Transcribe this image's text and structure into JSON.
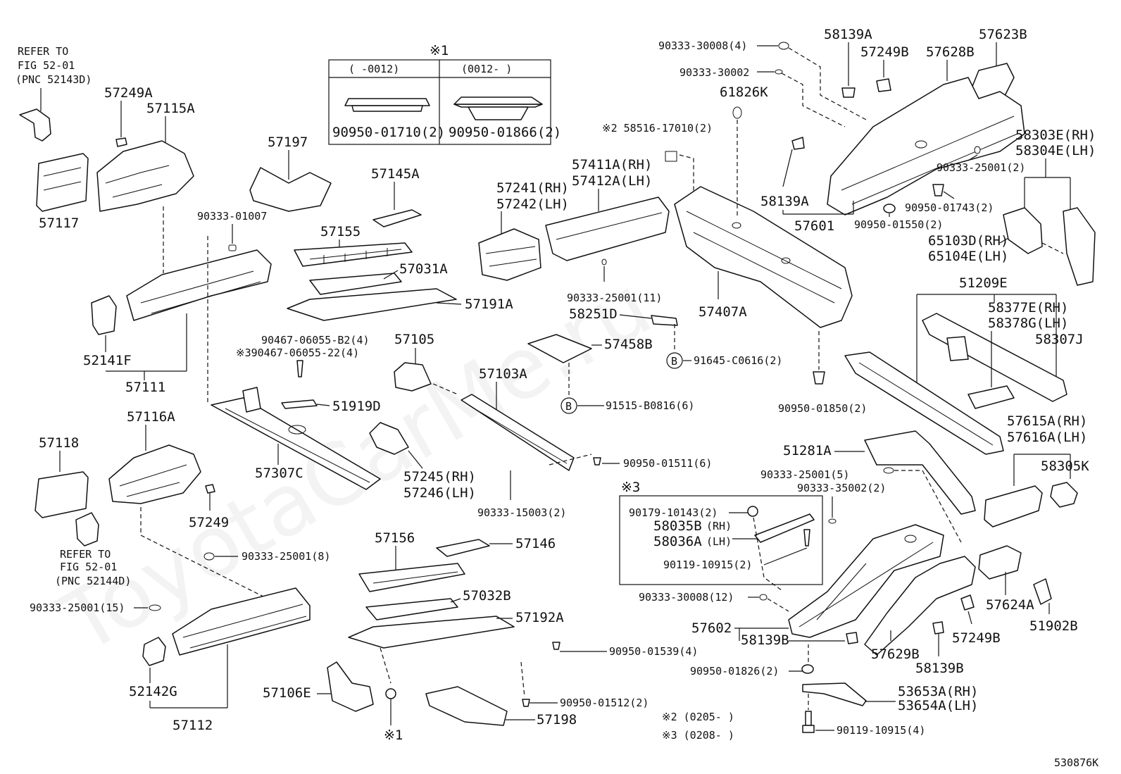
{
  "watermark": "ToyotaCarMe.ru",
  "diagram_code": "530876K",
  "notes": {
    "inset1_mark": "※1",
    "inset1_col1_header": "(    -0012)",
    "inset1_col2_header": "(0012-     )",
    "inset3_mark": "※3",
    "legend2": "※2 (0205-     )",
    "legend3": "※3 (0208-     )",
    "mark1_bottom": "※1"
  },
  "refs": {
    "r1a": "REFER TO",
    "r1b": "FIG 52-01",
    "r1c": "(PNC 52143D)",
    "r2a": "REFER TO",
    "r2b": "FIG 52-01",
    "r2c": "(PNC 52144D)"
  },
  "labels": {
    "p57249A": "57249A",
    "p57115A": "57115A",
    "p57117": "57117",
    "p57197": "57197",
    "p57145A": "57145A",
    "p57155": "57155",
    "p90333_01007": "90333-01007",
    "p57031A": "57031A",
    "p57191A": "57191A",
    "p52141F": "52141F",
    "p57111": "57111",
    "p90467_b2": "90467-06055-B2(4)",
    "p90467_22": "※390467-06055-22(4)",
    "p51919D": "51919D",
    "p57105": "57105",
    "p57103A": "57103A",
    "p57307C": "57307C",
    "p57245": "57245(RH)",
    "p57246": "57246(LH)",
    "p90333_15003": "90333-15003(2)",
    "p90950_01511": "90950-01511(6)",
    "p57116A": "57116A",
    "p57118": "57118",
    "p57249": "57249",
    "p90333_25001_8": "90333-25001(8)",
    "p90333_25001_15": "90333-25001(15)",
    "p52142G": "52142G",
    "p57112": "57112",
    "p57156": "57156",
    "p57146": "57146",
    "p57032B": "57032B",
    "p57192A": "57192A",
    "p90950_01539": "90950-01539(4)",
    "p57106E": "57106E",
    "p90950_01512": "90950-01512(2)",
    "p57198": "57198",
    "p57241": "57241(RH)",
    "p57242": "57242(LH)",
    "p57411A": "57411A(RH)",
    "p57412A": "57412A(LH)",
    "p58516": "※2 58516-17010(2)",
    "p90333_25001_11": "90333-25001(11)",
    "p58251D": "58251D",
    "p57458B": "57458B",
    "p91515": "91515-B0816(6)",
    "p91645": "91645-C0616(2)",
    "p57407A": "57407A",
    "p90950_01850": "90950-01850(2)",
    "p90333_30008_4": "90333-30008(4)",
    "p90333_30002": "90333-30002",
    "p61826K": "61826K",
    "p58139A_t": "58139A",
    "p57249B_t": "57249B",
    "p57628B": "57628B",
    "p57623B": "57623B",
    "p58139A_m": "58139A",
    "p57601": "57601",
    "p58303E": "58303E(RH)",
    "p58304E": "58304E(LH)",
    "p90333_25001_2": "90333-25001(2)",
    "p90950_01743": "90950-01743(2)",
    "p90950_01550": "90950-01550(2)",
    "p65103D": "65103D(RH)",
    "p65104E": "65104E(LH)",
    "p51209E": "51209E",
    "p58377E": "58377E(RH)",
    "p58378G": "58378G(LH)",
    "p58307J": "58307J",
    "p51281A": "51281A",
    "p90333_25001_5": "90333-25001(5)",
    "p90333_35002": "90333-35002(2)",
    "p57615A": "57615A(RH)",
    "p57616A": "57616A(LH)",
    "p58305K": "58305K",
    "p90179": "90179-10143(2)",
    "p58035B": "58035B",
    "p58035B_s": "(RH)",
    "p58036A": "58036A",
    "p58036A_s": "(LH)",
    "p90119_i": "90119-10915(2)",
    "p90333_30008_12": "90333-30008(12)",
    "p57624A": "57624A",
    "p51902B": "51902B",
    "p57602": "57602",
    "p58139B_l": "58139B",
    "p57629B": "57629B",
    "p58139B_r": "58139B",
    "p57249B_b": "57249B",
    "p90950_01826": "90950-01826(2)",
    "p53653A": "53653A(RH)",
    "p53654A": "53654A(LH)",
    "p90119_b": "90119-10915(4)",
    "p90950_01710": "90950-01710(2)",
    "p90950_01866": "90950-01866(2)",
    "callout_b": "B"
  }
}
